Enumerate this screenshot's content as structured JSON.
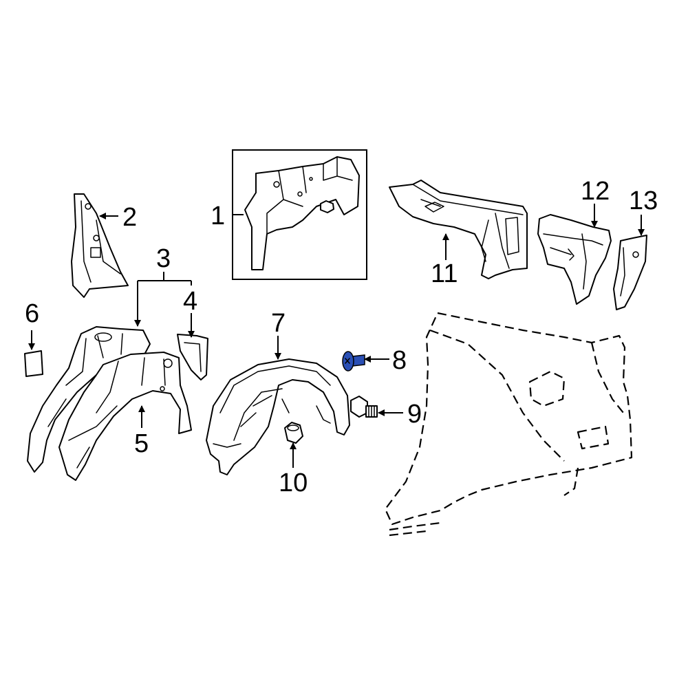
{
  "callouts": {
    "c1": "1",
    "c2": "2",
    "c3": "3",
    "c4": "4",
    "c5": "5",
    "c6": "6",
    "c7": "7",
    "c8": "8",
    "c9": "9",
    "c10": "10",
    "c11": "11",
    "c12": "12",
    "c13": "13"
  },
  "colors": {
    "line": "#000000",
    "background": "#ffffff",
    "highlight": "#2a4fb5"
  },
  "highlighted_part": "8"
}
